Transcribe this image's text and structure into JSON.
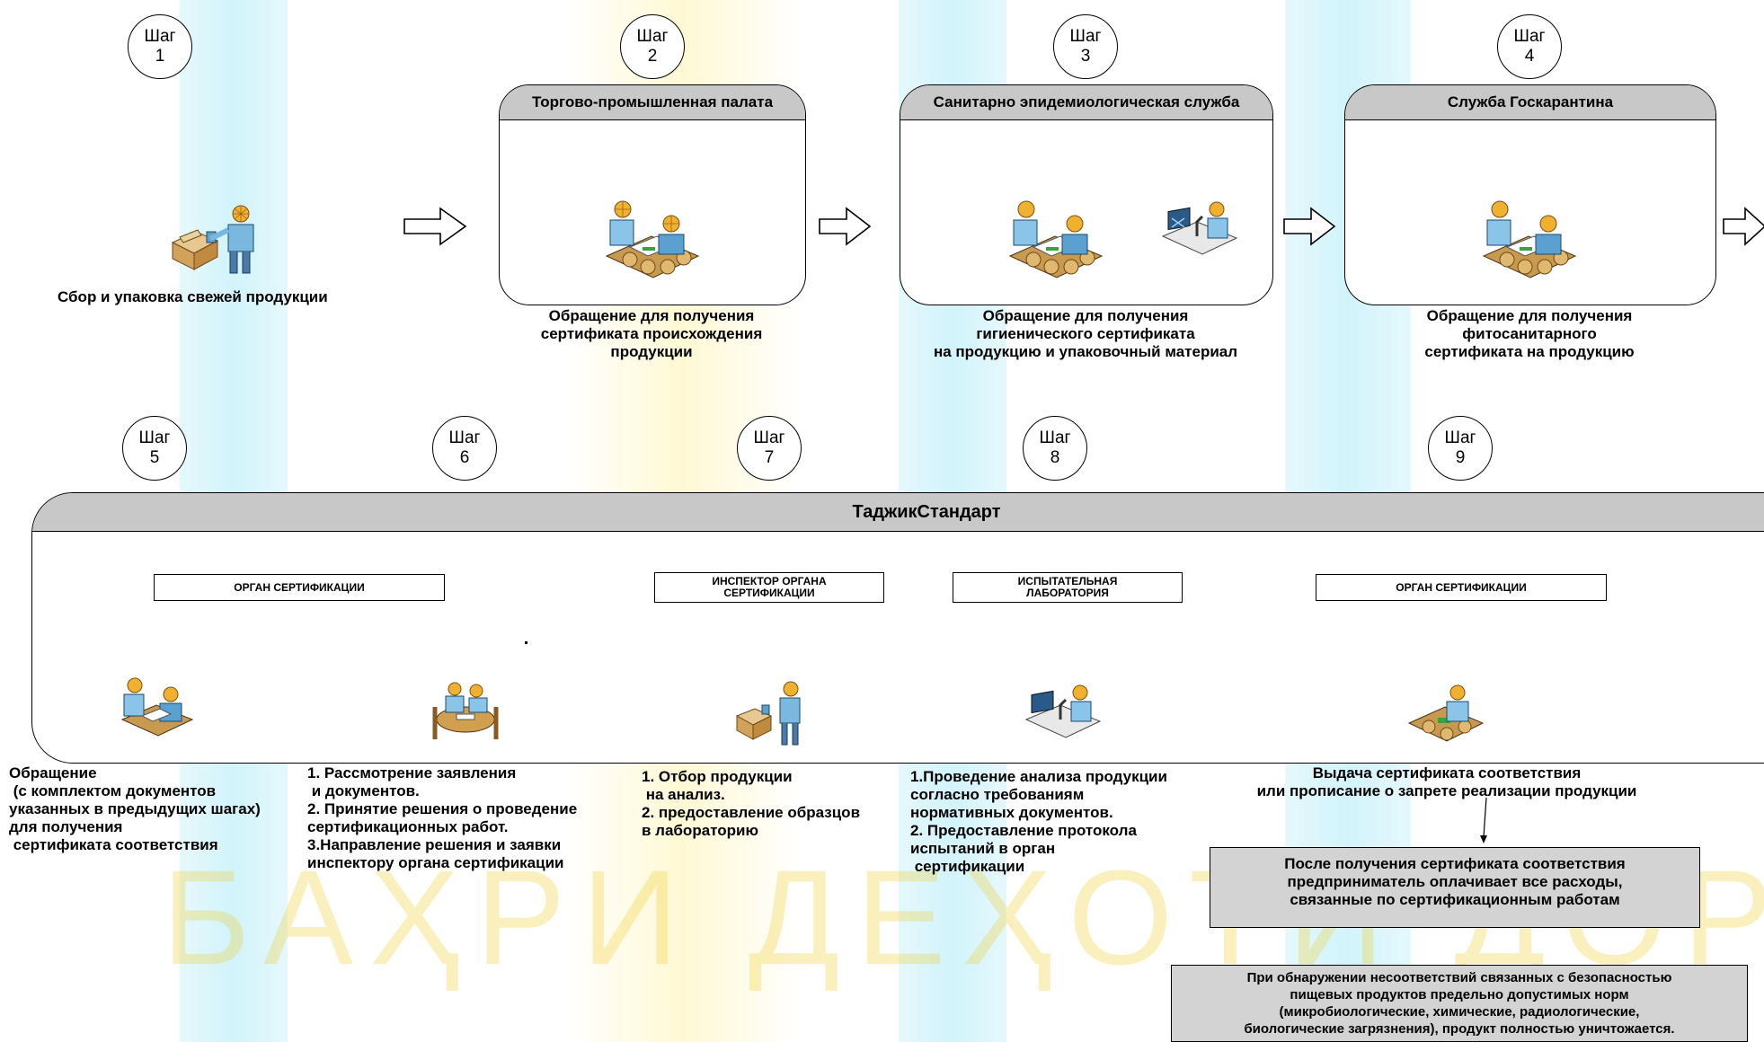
{
  "background_watermark": "БАҲРИ ДЕҲОТИ ДОРО",
  "colors": {
    "header_fill": "#c8c8c8",
    "note_fill": "#d3d3d3",
    "watermark_blue": "#00bee6",
    "watermark_yellow": "#f0cd28"
  },
  "steps": [
    {
      "word": "Шаг",
      "num": "1"
    },
    {
      "word": "Шаг",
      "num": "2"
    },
    {
      "word": "Шаг",
      "num": "3"
    },
    {
      "word": "Шаг",
      "num": "4"
    },
    {
      "word": "Шаг",
      "num": "5"
    },
    {
      "word": "Шаг",
      "num": "6"
    },
    {
      "word": "Шаг",
      "num": "7"
    },
    {
      "word": "Шаг",
      "num": "8"
    },
    {
      "word": "Шаг",
      "num": "9"
    }
  ],
  "top_row": {
    "step1_caption": "Сбор и упаковка свежей продукции",
    "panels": [
      {
        "title": "Торгово-промышленная палата",
        "caption": "Обращение для получения\nсертификата происхождения\nпродукции"
      },
      {
        "title": "Санитарно эпидемиологическая служба",
        "caption": "Обращение для получения\nгигиенического сертификата\nна продукцию и упаковочный материал"
      },
      {
        "title": "Служба Госкарантина",
        "caption": "Обращение для получения\nфитосанитарного\nсертификата на продукцию"
      }
    ]
  },
  "bottom_panel": {
    "title": "ТаджикСтандарт",
    "sub_boxes": [
      "ОРГАН СЕРТИФИКАЦИИ",
      "ИНСПЕКТОР ОРГАНА\nСЕРТИФИКАЦИИ",
      "ИСПЫТАТЕЛЬНАЯ\nЛАБОРАТОРИЯ",
      "ОРГАН СЕРТИФИКАЦИИ"
    ]
  },
  "bottom_captions": {
    "step5": "Обращение\n (с комплектом документов\nуказанных в предыдущих шагах)\nдля получения\n сертификата соответствия",
    "step6": "1. Рассмотрение заявления\n и документов.\n2. Принятие решения о проведение\nсертификационных работ.\n3.Направление решения и заявки\nинспектору органа сертификации",
    "step7": "1. Отбор продукции\n на анализ.\n2. предоставление образцов\nв лабораторию",
    "step8": "1.Проведение анализа продукции\nсогласно требованиям\nнормативных документов.\n2. Предоставление протокола\nиспытаний в орган\n сертификации",
    "step9": "Выдача сертификата соответствия\nили прописание о запрете реализации продукции"
  },
  "notes": {
    "payment": "После получения сертификата соответствия\nпредприниматель оплачивает все расходы,\nсвязанные по сертификационным работам",
    "destruction": "При обнаружении несоответствий связанных с безопасностью\nпищевых продуктов предельно допустимых норм\n(микробиологические, химические, радиологические,\nбиологические загрязнения), продукт полностью уничтожается."
  }
}
